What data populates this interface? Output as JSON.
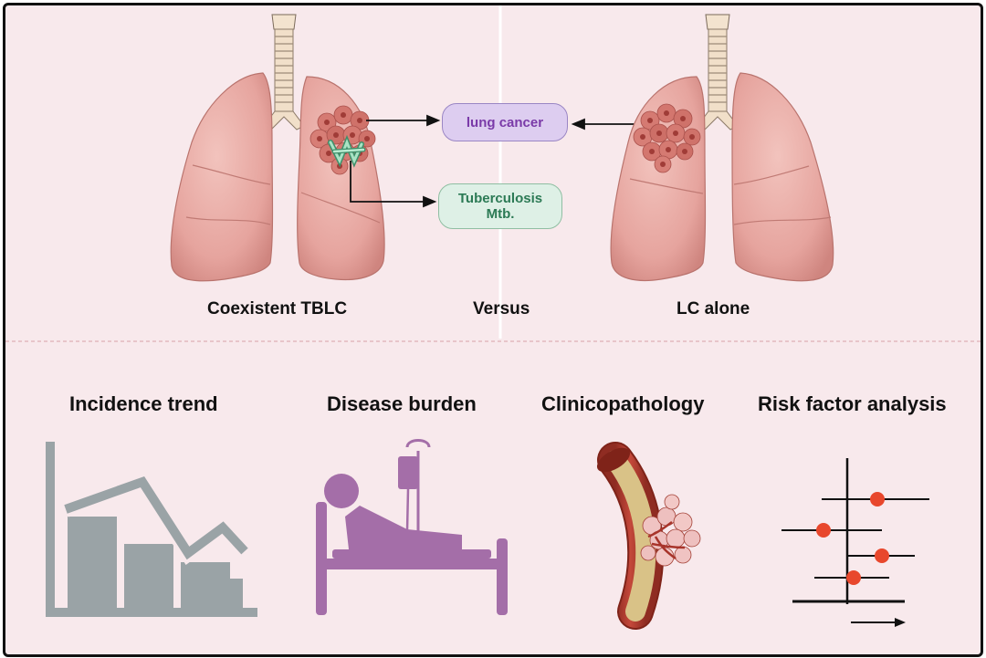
{
  "top": {
    "left_label": "Coexistent TBLC",
    "center_label": "Versus",
    "right_label": "LC alone",
    "pill_lung_cancer": "lung cancer",
    "pill_tb_line1": "Tuberculosis",
    "pill_tb_line2": "Mtb."
  },
  "bottom": {
    "items": [
      {
        "title": "Incidence trend",
        "icon": "bar-trend-chart-icon"
      },
      {
        "title": "Disease burden",
        "icon": "hospital-bed-patient-icon"
      },
      {
        "title": "Clinicopathology",
        "icon": "blood-vessel-tumor-icon"
      },
      {
        "title": "Risk factor analysis",
        "icon": "forest-plot-icon"
      }
    ]
  },
  "colors": {
    "background": "#f8e9ec",
    "lung": "#e8a8a2",
    "tumor": "#c2615d",
    "lung_cancer_text": "#7a3aa8",
    "tb_text": "#2c7a55",
    "icon_gray": "#9aa3a6",
    "icon_purple": "#a46ea8",
    "dot_red": "#e8472c"
  }
}
